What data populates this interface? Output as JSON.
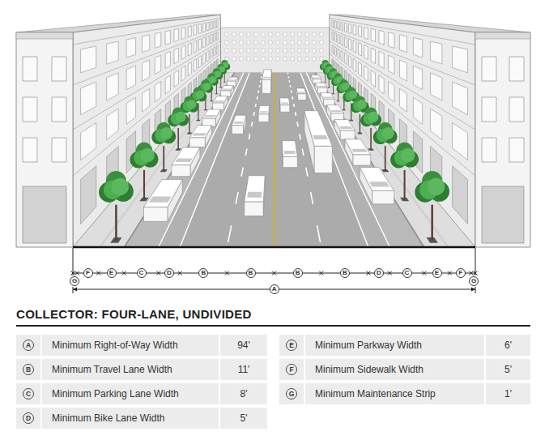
{
  "diagram": {
    "title": "COLLECTOR: FOUR-LANE, UNDIVIDED",
    "labels": [
      "F",
      "E",
      "C",
      "D",
      "B",
      "B",
      "B",
      "B",
      "D",
      "C",
      "E",
      "F",
      "G",
      "G",
      "A",
      "A",
      "Minimum Right-of-Way Width",
      "94'",
      "B",
      "Minimum Travel Lane Width",
      "11'",
      "C",
      "Minimum Parking Lane Width",
      "8'",
      "D",
      "Minimum Bike Lane Width",
      "5'",
      "E",
      "Minimum Parkway Width",
      "6'",
      "F",
      "Minimum Sidewalk Width",
      "5'",
      "G",
      "Minimum Maintenance Strip",
      "1'"
    ]
  }
}
